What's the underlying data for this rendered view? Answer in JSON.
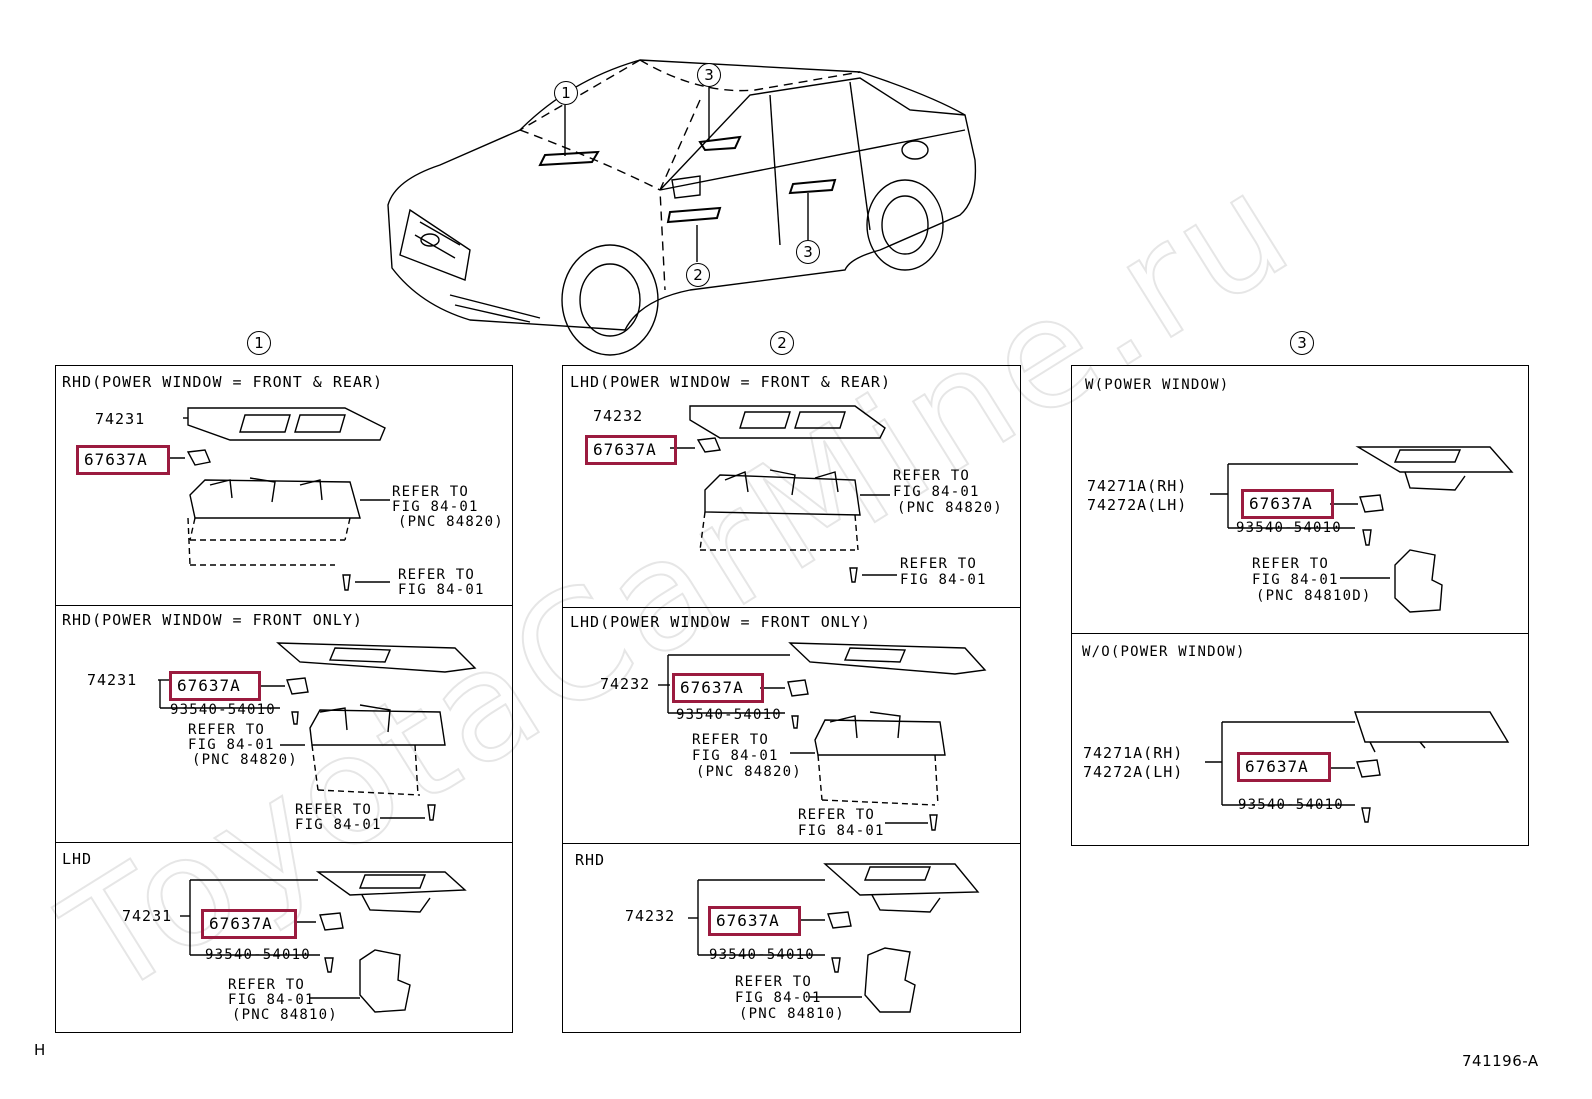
{
  "watermark": "ToyotaCarMine.ru",
  "callouts": {
    "c1": "1",
    "c2": "2",
    "c3": "3"
  },
  "col1": {
    "top": {
      "title": "RHD(POWER WINDOW = FRONT & REAR)",
      "part_a": "74231",
      "part_b": "67637A",
      "refer1": [
        "REFER TO",
        "FIG 84-01",
        "(PNC 84820)"
      ],
      "refer2": [
        "REFER TO",
        "FIG 84-01"
      ]
    },
    "mid": {
      "title": "RHD(POWER WINDOW = FRONT ONLY)",
      "part_a": "74231",
      "part_b": "67637A",
      "part_c": "93540-54010",
      "refer1": [
        "REFER TO",
        "FIG 84-01",
        "(PNC 84820)"
      ],
      "refer2": [
        "REFER TO",
        "FIG 84-01"
      ]
    },
    "bot": {
      "title": "LHD",
      "part_a": "74231",
      "part_b": "67637A",
      "part_c": "93540-54010",
      "refer1": [
        "REFER TO",
        "FIG 84-01",
        "(PNC 84810)"
      ]
    }
  },
  "col2": {
    "top": {
      "title": "LHD(POWER WINDOW = FRONT & REAR)",
      "part_a": "74232",
      "part_b": "67637A",
      "refer1": [
        "REFER TO",
        "FIG 84-01",
        "(PNC 84820)"
      ],
      "refer2": [
        "REFER TO",
        "FIG 84-01"
      ]
    },
    "mid": {
      "title": "LHD(POWER WINDOW = FRONT ONLY)",
      "part_a": "74232",
      "part_b": "67637A",
      "part_c": "93540-54010",
      "refer1": [
        "REFER TO",
        "FIG 84-01",
        "(PNC 84820)"
      ],
      "refer2": [
        "REFER TO",
        "FIG 84-01"
      ]
    },
    "bot": {
      "title": "RHD",
      "part_a": "74232",
      "part_b": "67637A",
      "part_c": "93540-54010",
      "refer1": [
        "REFER TO",
        "FIG 84-01",
        "(PNC 84810)"
      ]
    }
  },
  "col3": {
    "top": {
      "title": "W(POWER WINDOW)",
      "part_rh": "74271A(RH)",
      "part_lh": "74272A(LH)",
      "part_b": "67637A",
      "part_c": "93540-54010",
      "refer1": [
        "REFER TO",
        "FIG 84-01",
        "(PNC 84810D)"
      ]
    },
    "bot": {
      "title": "W/O(POWER WINDOW)",
      "part_rh": "74271A(RH)",
      "part_lh": "74272A(LH)",
      "part_b": "67637A",
      "part_c": "93540-54010"
    }
  },
  "footer": {
    "left": "H",
    "right": "741196-A"
  }
}
